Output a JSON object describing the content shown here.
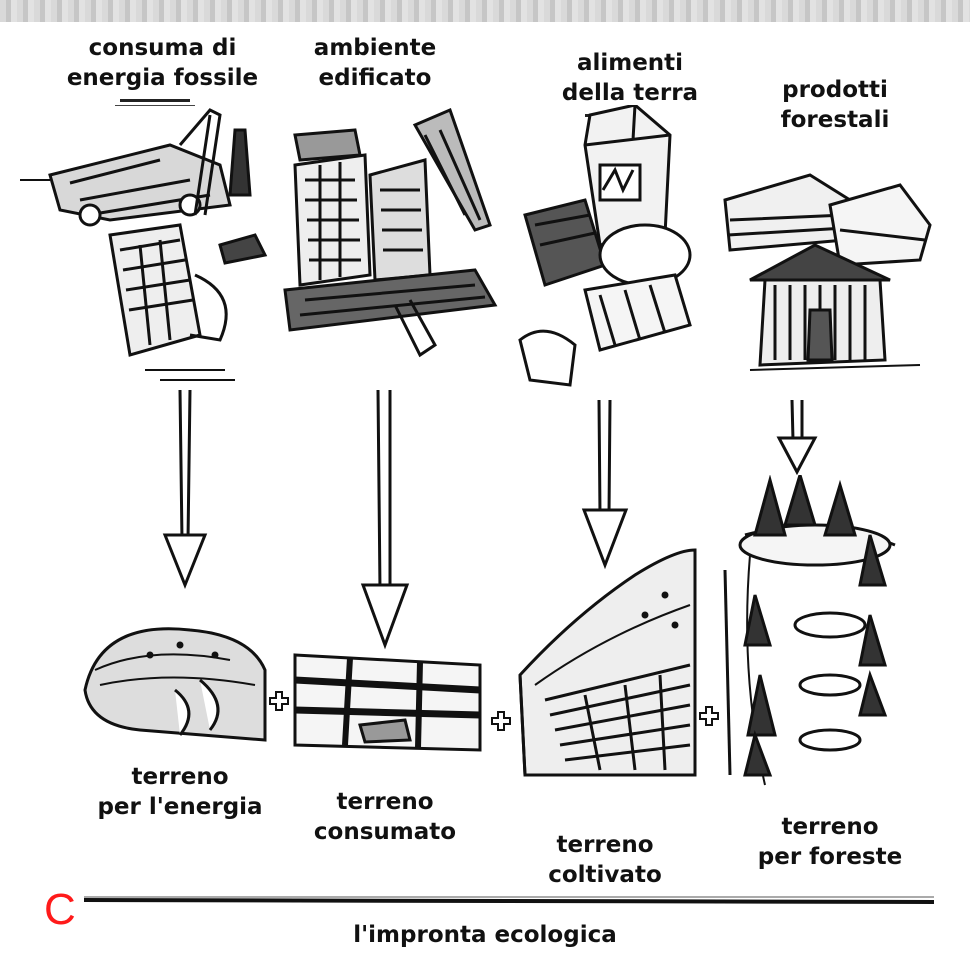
{
  "categories": {
    "c1": {
      "line1": "consuma di",
      "line2": "energia fossile"
    },
    "c2": {
      "line1": "ambiente",
      "line2": "edificato"
    },
    "c3": {
      "line1": "alimenti",
      "line2": "della terra"
    },
    "c4": {
      "line1": "prodotti",
      "line2": "forestali"
    }
  },
  "lands": {
    "l1": {
      "line1": "terreno",
      "line2": "per l'energia"
    },
    "l2": {
      "line1": "terreno",
      "line2": "consumato"
    },
    "l3": {
      "line1": "terreno",
      "line2": "coltivato"
    },
    "l4": {
      "line1": "terreno",
      "line2": "per foreste"
    }
  },
  "footer": {
    "marker": "C",
    "total_label": "l'impronta ecologica"
  }
}
